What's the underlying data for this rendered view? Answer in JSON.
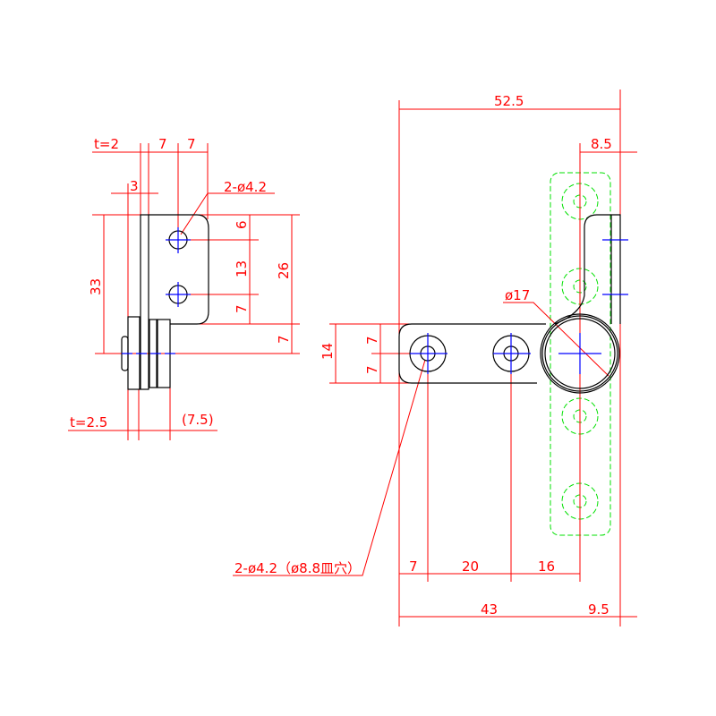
{
  "colors": {
    "dimension": "#ff0000",
    "outline": "#000000",
    "center": "#0000ff",
    "hidden": "#00e000"
  },
  "side_view": {
    "t_plate": "t=2",
    "w1": "7",
    "w2": "7",
    "w3": "3",
    "holes": "2-ø4.2",
    "h_top": "6",
    "h_mid": "13",
    "h_bot": "7",
    "h_total": "26",
    "h_lower": "7",
    "overall": "33",
    "t_hub": "t=2.5",
    "hub_len": "(7.5)"
  },
  "front_view": {
    "overall_width": "52.5",
    "plate_offset": "8.5",
    "pivot_dia": "ø17",
    "arm_height": "14",
    "arm_half1": "7",
    "arm_half2": "7",
    "holes_note": "2-ø4.2（ø8.8皿穴）",
    "x1": "7",
    "x2": "20",
    "x3": "16",
    "pivot_x": "43",
    "pivot_right": "9.5"
  }
}
